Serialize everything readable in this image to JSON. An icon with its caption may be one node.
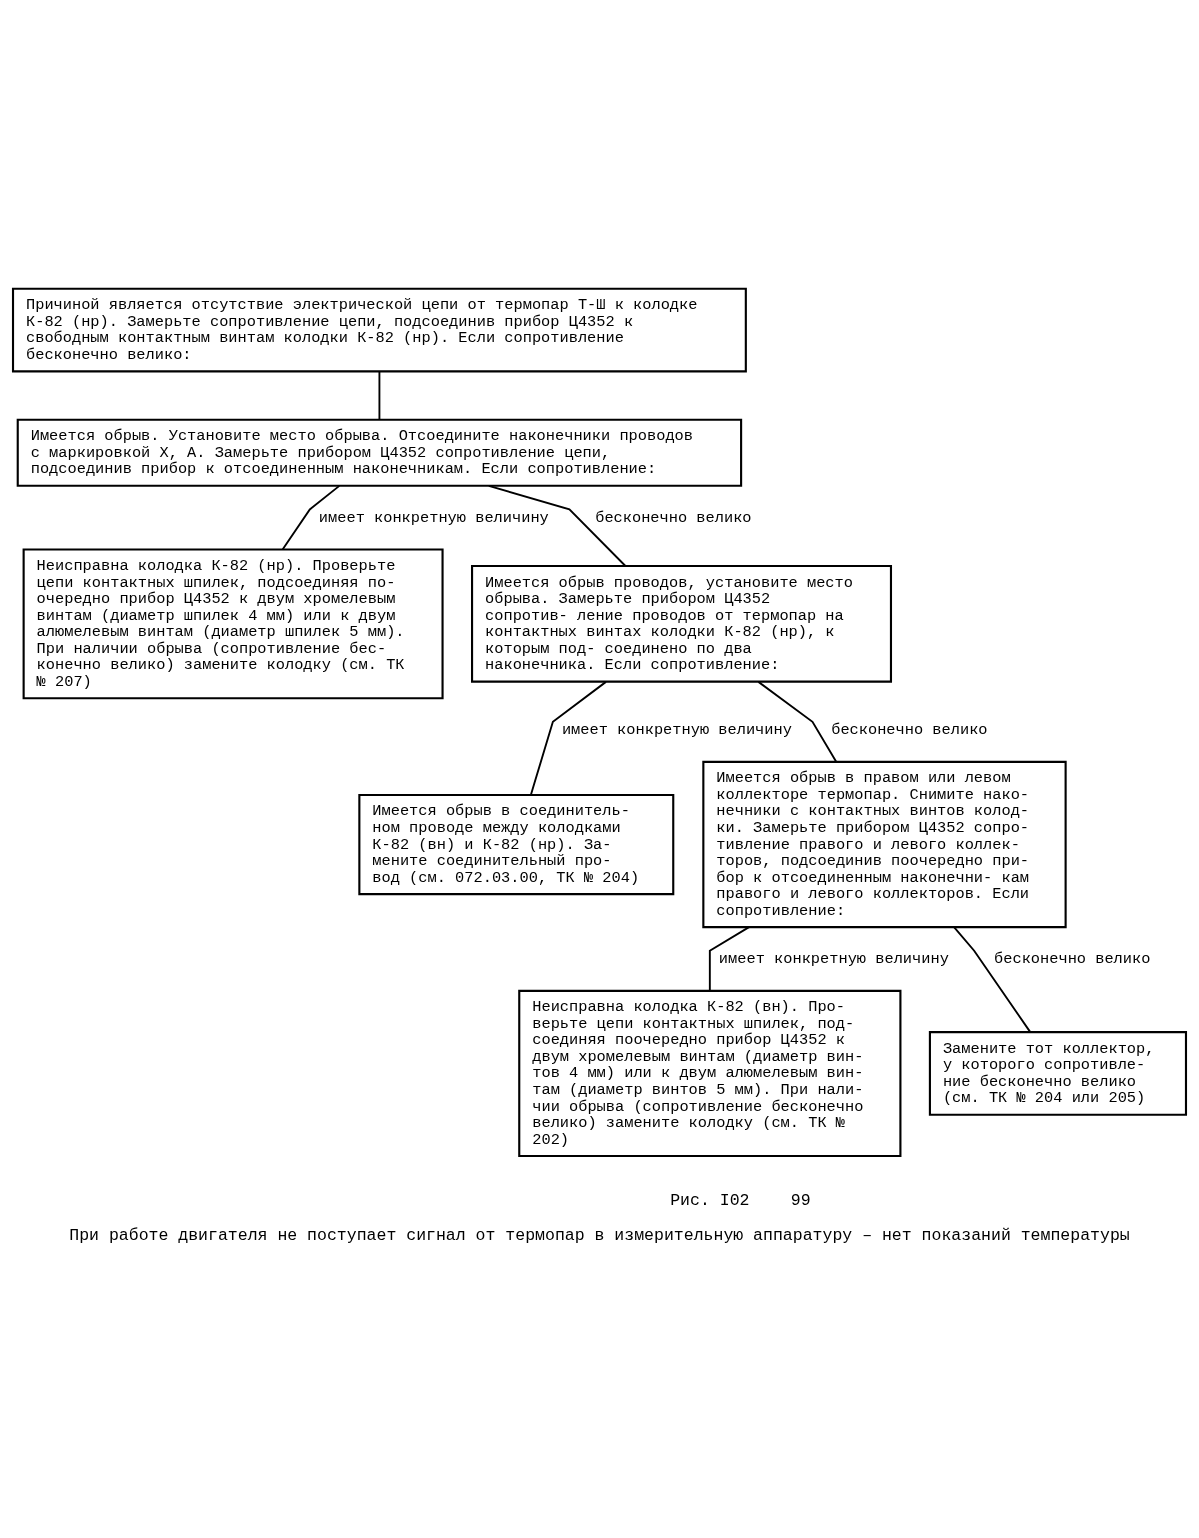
{
  "diagram": {
    "caption": "При работе двигателя не поступает сигнал от термопар в измерительную аппаратуру – нет показаний температуры",
    "nodes": [
      {
        "text": [
          "Причиной является отсутствие электрической цепи от термопар Т-Ш к колодке К-82 (нр). Замерьте сопротивление цепи, подсоединив прибор Ц4352 к свободным контактным винтам колодки К-82 (нр). Если сопротивление бесконечно велико:"
        ]
      },
      {
        "text": [
          "Имеется обрыв. Установите место обрыва. Отсоедините наконечники проводов с маркировкой Х, А. Замерьте прибором Ц4352 сопротивление цепи, подсоединив прибор к отсоединенным наконечникам. Если сопротивление:"
        ]
      },
      {
        "text": [
          "Неисправна колодка К-82 (нр). Проверьте цепи контактных шпилек, подсоединяя по- очередно прибор Ц4352 к двум хромелевым винтам (диаметр шпилек 4 мм) или к двум алюмелевым винтам (диаметр шпилек 5 мм). При наличии обрыва (сопротивление бес- конечно велико) замените колодку (см. ТК № 207)"
        ]
      },
      {
        "text": [
          "Имеется обрыв проводов, установите место обрыва. Замерьте прибором Ц4352 сопротив- ление проводов от термопар на контактных винтах колодки К-82 (нр), к которым под- соединено по два наконечника. Если сопротивление:"
        ]
      },
      {
        "text": [
          "Имеется обрыв в соединитель- ном проводе между колодками К-82 (вн) и К-82 (нр). За- мените соединительный про- вод (см. 072.03.00, ТК № 204)"
        ]
      },
      {
        "text": [
          "Имеется обрыв в правом или левом коллекторе термопар. Снимите нако- нечники с контактных винтов колод- ки. Замерьте прибором Ц4352 сопро- тивление правого и левого коллек- торов, подсоединив поочередно при- бор к отсоединенным наконечни- кам правого и левого коллекторов. Если сопротивление:"
        ]
      },
      {
        "text": [
          "Неисправна колодка К-82 (вн). Про- верьте цепи контактных шпилек, под- соединяя поочередно прибор Ц4352 к двум хромелевым винтам (диаметр вин- тов 4 мм) или к двум алюмелевым вин- там (диаметр винтов 5 мм). При нали- чии обрыва (сопротивление бесконечно велико) замените колодку (см. ТК № 202)"
        ]
      },
      {
        "text": [
          "Замените тот коллектор, у которого сопротивле- ние бесконечно велико (см. ТК № 204 или 205)"
        ]
      }
    ],
    "edges": [
      {
        "from": 0,
        "to": 1,
        "arrow": "none"
      },
      {
        "from": 1,
        "to": 2,
        "arrow": "none",
        "label": "имеет конкретную величину"
      },
      {
        "from": 1,
        "to": 3,
        "arrow": "none",
        "label": "бесконечно велико"
      },
      {
        "from": 3,
        "to": 4,
        "arrow": "none",
        "label": "имеет конкретную величину"
      },
      {
        "from": 3,
        "to": 5,
        "arrow": "none",
        "label": "бесконечно велико"
      },
      {
        "from": 5,
        "to": 6,
        "arrow": "none",
        "label": "имеет конкретную величину"
      },
      {
        "from": 5,
        "to": 7,
        "arrow": "none",
        "label": "бесконечно велико"
      }
    ],
    "labels": [
      "Рис. I02",
      "99"
    ]
  }
}
